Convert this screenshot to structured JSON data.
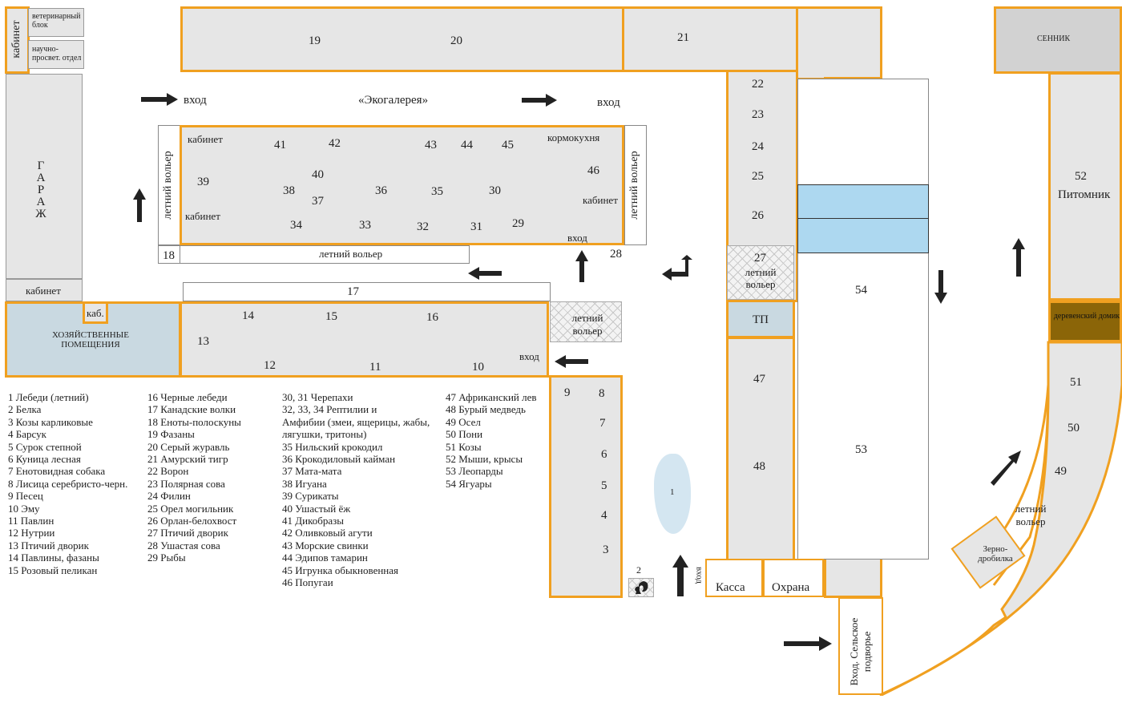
{
  "zones": {
    "office_left_top": "кабинет",
    "vet_block": "ветеринарный блок",
    "science_dept": "научно-просвет. отдел",
    "garage": "ГАРАЖ",
    "office_left_bottom": "кабинет",
    "office_small": "каб.",
    "utility": "ХОЗЯЙСТВЕННЫЕ ПОМЕЩЕНИЯ",
    "hayloft": "СЕННИК",
    "nursery_num": "52",
    "nursery": "Питомник",
    "village_house": "деревенский домик",
    "grain_crusher": "Зерно-дробилка",
    "cashier": "Касса",
    "security": "Охрана",
    "tp": "ТП",
    "entrance_farm": "Вход. Сельское подворье",
    "ecogallery": "«Экогалерея»",
    "summer_enclosure": "летний вольер",
    "entrance": "вход",
    "office": "кабинет",
    "feed_kitchen": "кормокухня",
    "pond_num": "1",
    "squirrel_num": "2"
  },
  "numbers": {
    "n3": "3",
    "n4": "4",
    "n5": "5",
    "n6": "6",
    "n7": "7",
    "n8": "8",
    "n9": "9",
    "n10": "10",
    "n11": "11",
    "n12": "12",
    "n13": "13",
    "n14": "14",
    "n15": "15",
    "n16": "16",
    "n17": "17",
    "n18": "18",
    "n19": "19",
    "n20": "20",
    "n21": "21",
    "n22": "22",
    "n23": "23",
    "n24": "24",
    "n25": "25",
    "n26": "26",
    "n27": "27",
    "n28": "28",
    "n29": "29",
    "n30": "30",
    "n31": "31",
    "n32": "32",
    "n33": "33",
    "n34": "34",
    "n35": "35",
    "n36": "36",
    "n37": "37",
    "n38": "38",
    "n39": "39",
    "n40": "40",
    "n41": "41",
    "n42": "42",
    "n43": "43",
    "n44": "44",
    "n45": "45",
    "n46": "46",
    "n47": "47",
    "n48": "48",
    "n49": "49",
    "n50": "50",
    "n51": "51",
    "n53": "53",
    "n54": "54"
  },
  "legend": {
    "col1": [
      "1 Лебеди (летний)",
      "2 Белка",
      "3 Козы карликовые",
      "4 Барсук",
      "5 Сурок степной",
      "6 Куница лесная",
      "7 Енотовидная собака",
      "8 Лисица серебристо-черн.",
      "9 Песец",
      "10 Эму",
      "11 Павлин",
      "12 Нутрии",
      "13 Птичий дворик",
      "14 Павлины, фазаны",
      "15 Розовый пеликан"
    ],
    "col2": [
      "16 Черные лебеди",
      "17 Канадские волки",
      "18 Еноты-полоскуны",
      "19 Фазаны",
      "20 Серый журавль",
      "21 Амурский тигр",
      "22 Ворон",
      "23 Полярная сова",
      "24 Филин",
      "25 Орел могильник",
      "26 Орлан-белохвост",
      "27 Птичий дворик",
      "28 Ушастая сова",
      "29 Рыбы"
    ],
    "col3": [
      "30, 31  Черепахи",
      "32, 33, 34 Рептилии и",
      "Амфибии (змеи, ящерицы, жабы,",
      "лягушки, тритоны)",
      "35 Нильский крокодил",
      "36 Крокодиловый кайман",
      "37 Мата-мата",
      "38 Игуана",
      "39 Сурикаты",
      "40 Ушастый ёж",
      "41 Дикобразы",
      "42 Оливковый агути",
      "43 Морские свинки",
      "44 Эдипов тамарин",
      "45 Игрунка обыкновенная",
      "46 Попугаи"
    ],
    "col4": [
      "47 Африканский лев",
      "48 Бурый медведь",
      "49 Осел",
      "50 Пони",
      "51 Козы",
      "52 Мыши, крысы",
      "53 Леопарды",
      "54 Ягуары"
    ]
  },
  "colors": {
    "wall": "#f0a020",
    "building": "#e6e6e6",
    "utility": "#c9d9e1",
    "water": "#add8f0",
    "village_house": "#8b6508",
    "arrow": "#222222"
  }
}
